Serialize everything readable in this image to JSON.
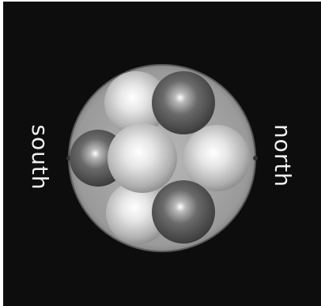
{
  "labels": {
    "south": "south",
    "north": "north"
  },
  "colors": {
    "background": "#0d0d0d",
    "disc": "#9a9a9a",
    "dark_sphere": "#555555",
    "light_sphere": "#d8d8d8",
    "label": "#f0f0f0"
  },
  "spheres": [
    {
      "name": "sphere-top-light",
      "shade": "light"
    },
    {
      "name": "sphere-top-dark",
      "shade": "dark"
    },
    {
      "name": "sphere-left-dark",
      "shade": "dark"
    },
    {
      "name": "sphere-center-light",
      "shade": "light"
    },
    {
      "name": "sphere-right-light",
      "shade": "light"
    },
    {
      "name": "sphere-bottom-light",
      "shade": "light"
    },
    {
      "name": "sphere-bottom-dark",
      "shade": "dark"
    }
  ]
}
